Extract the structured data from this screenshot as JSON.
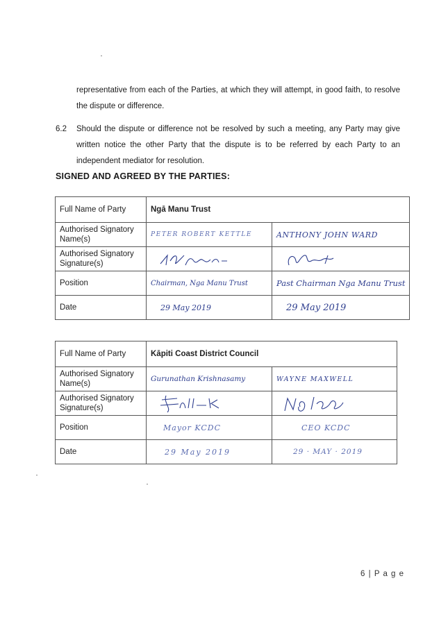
{
  "body": {
    "para_continued": "representative from each of the Parties, at which they will attempt, in good faith, to resolve the dispute or difference.",
    "clause_6_2": {
      "number": "6.2",
      "text": "Should the dispute or difference not be resolved by such a meeting, any Party may give written notice the other Party that the dispute is to be referred by each Party to an independent mediator for resolution."
    },
    "heading": "SIGNED AND AGREED BY THE PARTIES:"
  },
  "row_labels": {
    "party": "Full Name of Party",
    "names": "Authorised Signatory Name(s)",
    "signatures": "Authorised Signatory Signature(s)",
    "position": "Position",
    "date": "Date"
  },
  "tables": [
    {
      "party_name": "Ngā Manu Trust",
      "names": [
        "PETER ROBERT KETTLE",
        "ANTHONY JOHN WARD"
      ],
      "signatures": [
        "signature",
        "signature"
      ],
      "positions": [
        "Chairman, Nga Manu Trust",
        "Past Chairman Nga Manu Trust"
      ],
      "dates": [
        "29 May 2019",
        "29 May 2019"
      ]
    },
    {
      "party_name": "Kāpiti Coast District Council",
      "names": [
        "Gurunathan Krishnasamy",
        "WAYNE MAXWELL"
      ],
      "signatures": [
        "signature",
        "signature"
      ],
      "positions": [
        "Mayor KCDC",
        "CEO KCDC"
      ],
      "dates": [
        "29 May 2019",
        "29 · MAY · 2019"
      ]
    }
  ],
  "footer": {
    "page_number": "6",
    "separator": "|",
    "page_word": "P a g e"
  },
  "colors": {
    "ink": "#2d3d8e",
    "border": "#555555",
    "text": "#1a1a1a"
  }
}
